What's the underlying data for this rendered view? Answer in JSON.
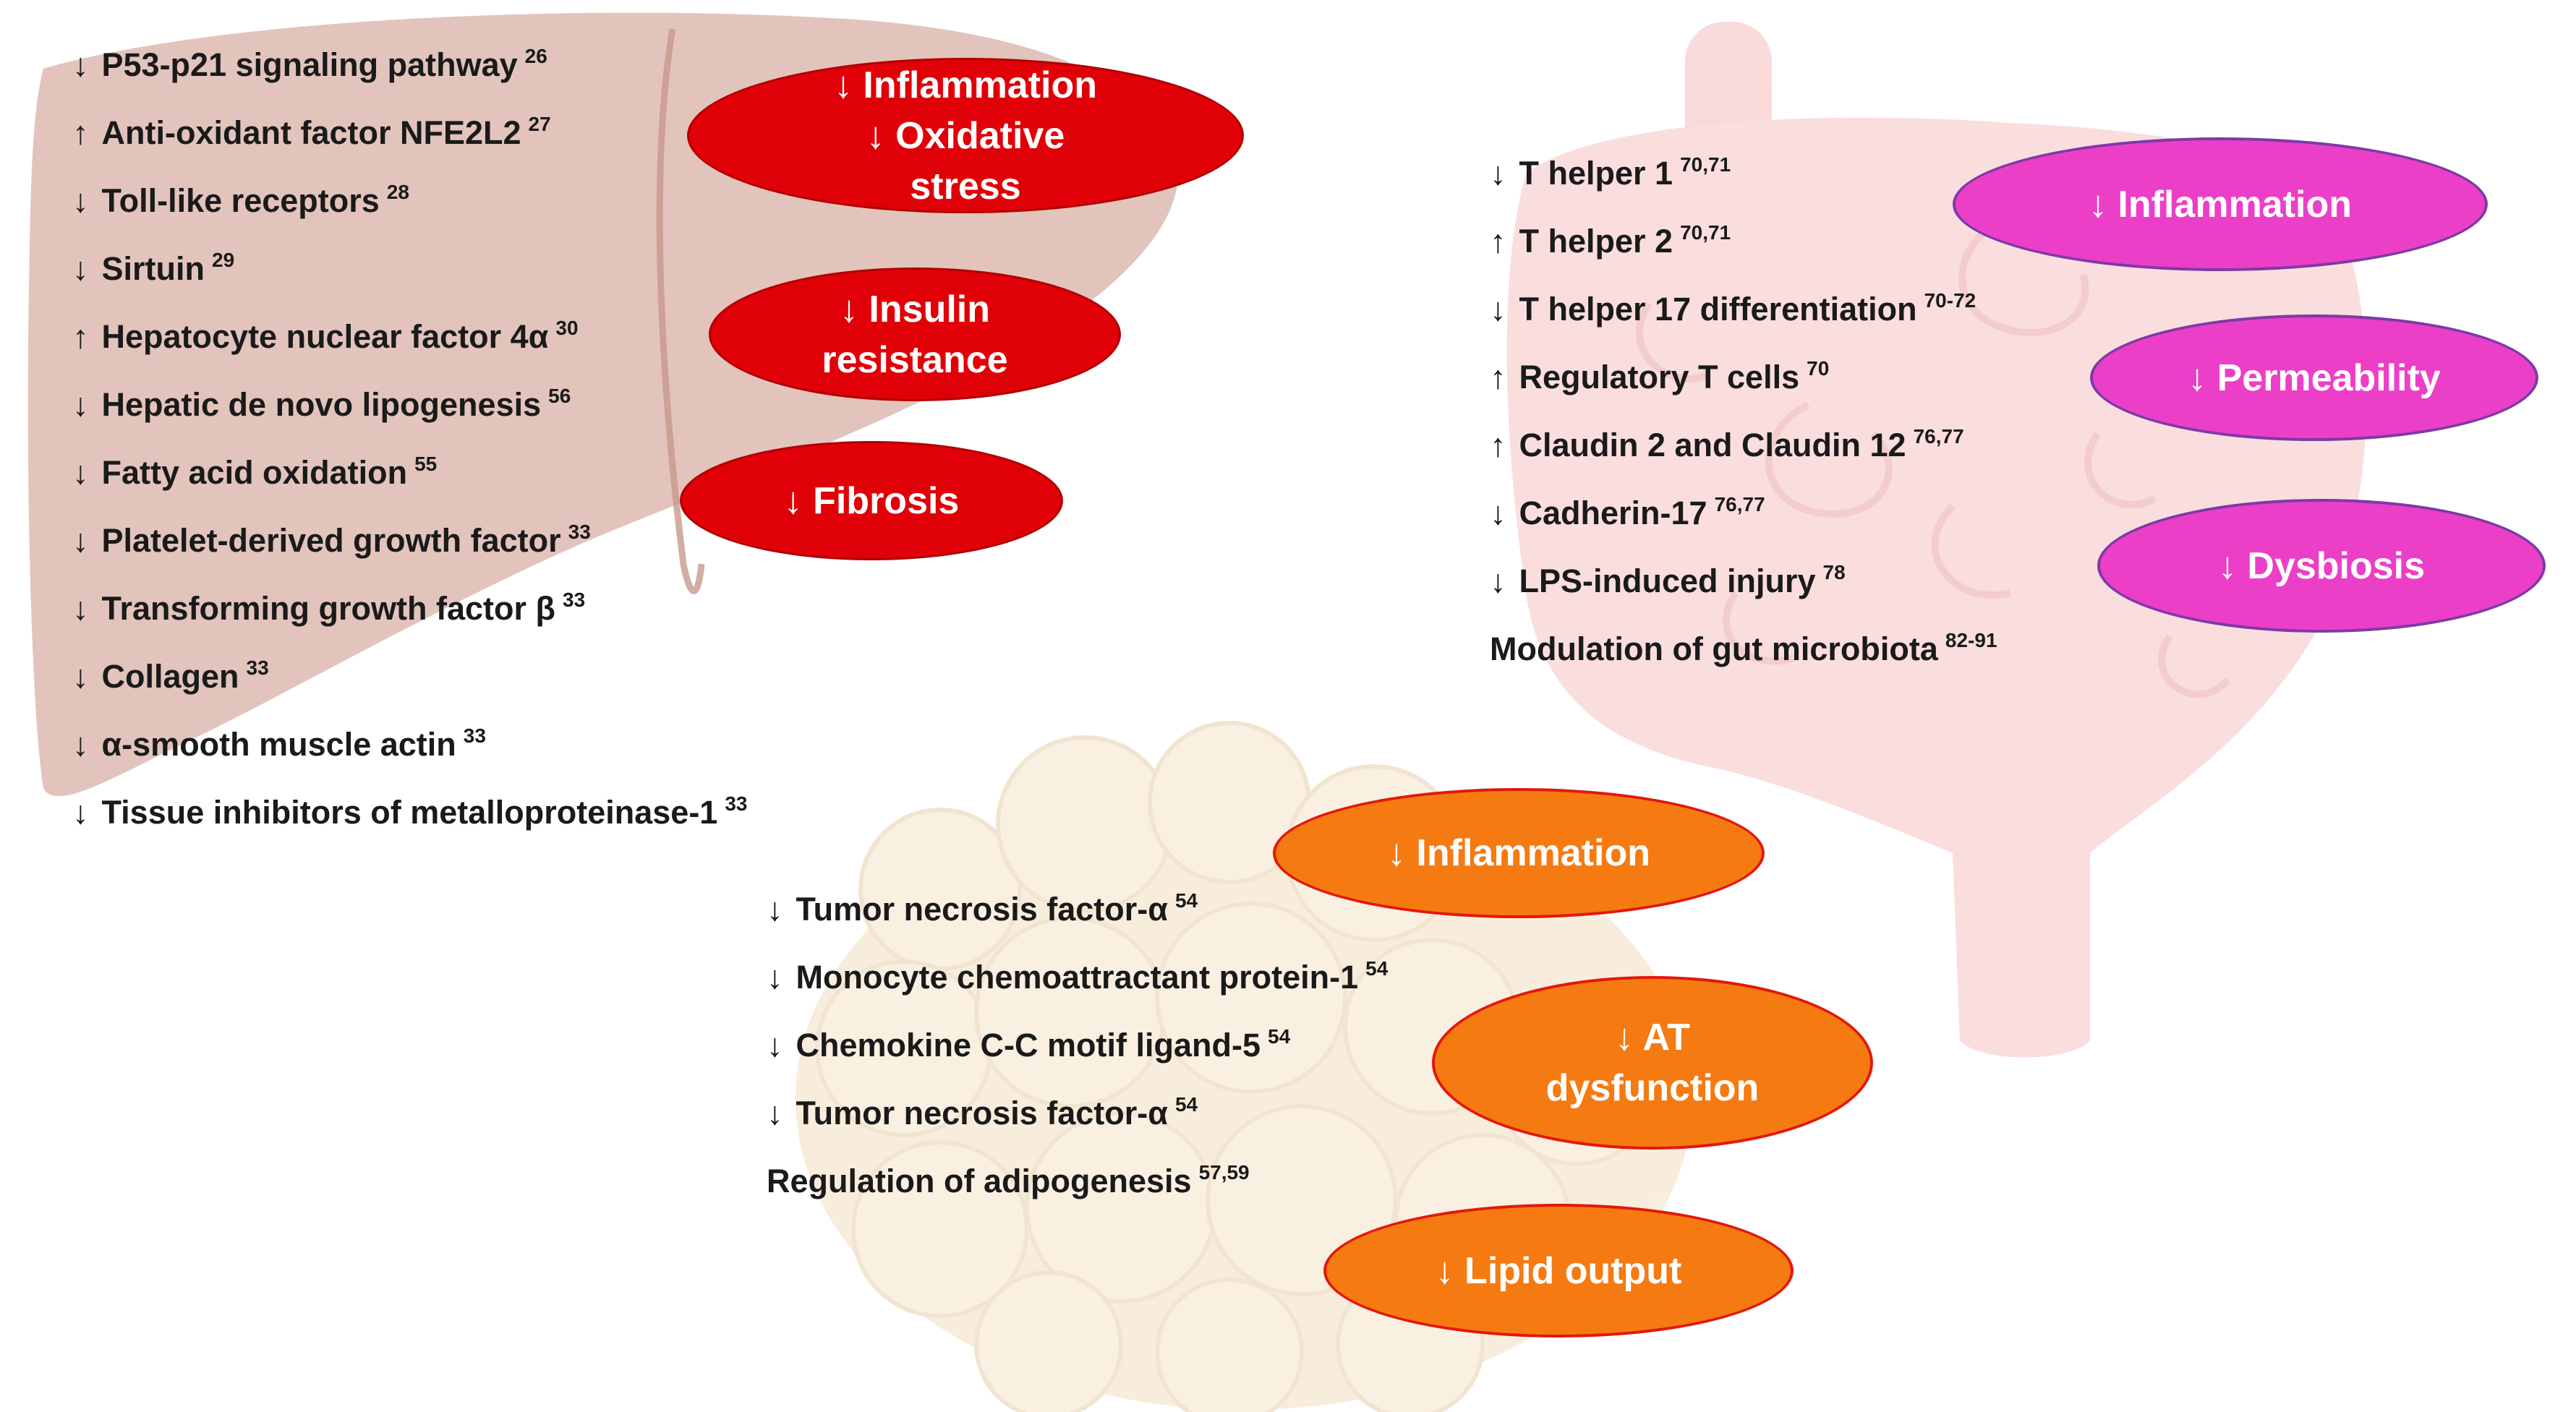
{
  "palette": {
    "liver": "#d8b0a6",
    "intestine": "#f3a7a7",
    "adipose": "#f1d9b3",
    "liver_oval": "#e00008",
    "gut_oval": "#ec3fc8",
    "adipose_oval": "#f57a12"
  },
  "liver": {
    "items": [
      {
        "arrow": "↓",
        "text": "P53-p21 signaling pathway",
        "ref": "26"
      },
      {
        "arrow": "↑",
        "text": "Anti-oxidant factor NFE2L2",
        "ref": "27"
      },
      {
        "arrow": "↓",
        "text": "Toll-like receptors",
        "ref": "28"
      },
      {
        "arrow": "↓",
        "text": "Sirtuin",
        "ref": "29"
      },
      {
        "arrow": "↑",
        "text": "Hepatocyte nuclear factor 4α",
        "ref": "30"
      },
      {
        "arrow": "↓",
        "text": "Hepatic de novo lipogenesis",
        "ref": "56"
      },
      {
        "arrow": "↓",
        "text": "Fatty acid oxidation",
        "ref": "55"
      },
      {
        "arrow": "↓",
        "text": "Platelet-derived growth factor",
        "ref": "33"
      },
      {
        "arrow": "↓",
        "text": "Transforming growth factor β",
        "ref": "33"
      },
      {
        "arrow": "↓",
        "text": "Collagen",
        "ref": "33"
      },
      {
        "arrow": "↓",
        "text": "α-smooth muscle actin",
        "ref": "33"
      },
      {
        "arrow": "↓",
        "text": "Tissue inhibitors of metalloproteinase-1",
        "ref": "33"
      }
    ],
    "effects": [
      "↓ Inflammation\n↓ Oxidative\nstress",
      "↓ Insulin\nresistance",
      "↓ Fibrosis"
    ]
  },
  "gut": {
    "items": [
      {
        "arrow": "↓",
        "text": "T helper 1",
        "ref": "70,71"
      },
      {
        "arrow": "↑",
        "text": "T helper 2",
        "ref": "70,71"
      },
      {
        "arrow": "↓",
        "text": "T helper 17 differentiation",
        "ref": "70-72"
      },
      {
        "arrow": "↑",
        "text": "Regulatory T cells",
        "ref": "70"
      },
      {
        "arrow": "↑",
        "text": "Claudin 2 and Claudin 12",
        "ref": "76,77"
      },
      {
        "arrow": "↓",
        "text": "Cadherin-17",
        "ref": "76,77"
      },
      {
        "arrow": "↓",
        "text": "LPS-induced injury",
        "ref": "78"
      },
      {
        "arrow": "",
        "text": "Modulation of gut microbiota",
        "ref": "82-91"
      }
    ],
    "effects": [
      "↓ Inflammation",
      "↓ Permeability",
      "↓ Dysbiosis"
    ]
  },
  "adipose": {
    "items": [
      {
        "arrow": "↓",
        "text": "Tumor necrosis factor-α",
        "ref": "54"
      },
      {
        "arrow": "↓",
        "text": "Monocyte chemoattractant protein-1",
        "ref": "54"
      },
      {
        "arrow": "↓",
        "text": "Chemokine C-C motif ligand-5",
        "ref": "54"
      },
      {
        "arrow": "↓",
        "text": "Tumor necrosis factor-α",
        "ref": "54"
      },
      {
        "arrow": "",
        "text": "Regulation of adipogenesis",
        "ref": "57,59"
      }
    ],
    "effects": [
      "↓ Inflammation",
      "↓ AT\ndysfunction",
      "↓ Lipid output"
    ]
  }
}
